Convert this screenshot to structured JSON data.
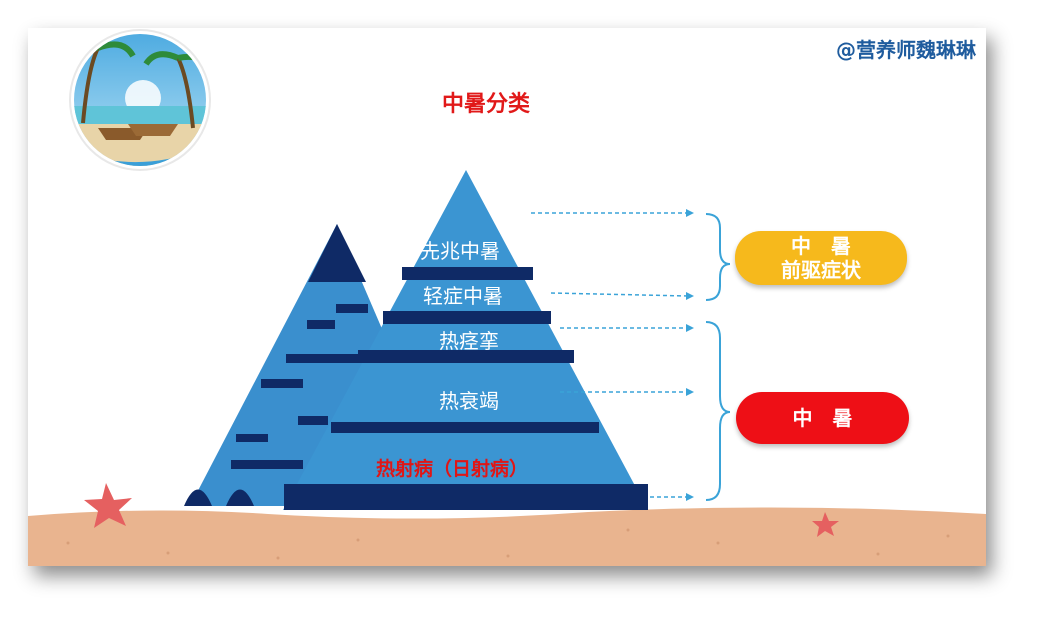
{
  "watermark": "@营养师魏琳琳",
  "title": "中暑分类",
  "levels": {
    "l1": "先兆中暑",
    "l2": "轻症中暑",
    "l3": "热痉挛",
    "l4": "热衰竭",
    "l5": "热射病（日射病）"
  },
  "groups": {
    "pre": {
      "line1": "中　暑",
      "line2": "前驱症状"
    },
    "main": {
      "label": "中　暑"
    }
  },
  "colors": {
    "pyramid": "#3b95d2",
    "band": "#0f2a66",
    "back_pyramid": "#3a8fce",
    "title": "#e11919",
    "pill_pre": "#f6b91c",
    "pill_main": "#ee0f16",
    "sand": "#e9b48f"
  }
}
